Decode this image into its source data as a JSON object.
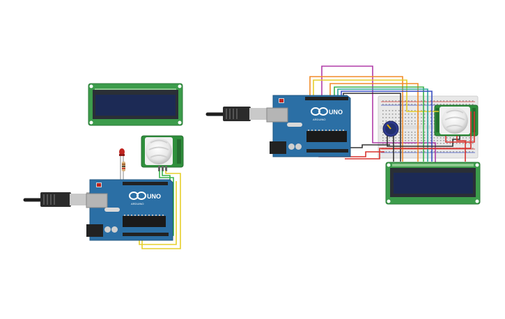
{
  "boards": {
    "left": {
      "logo": "UNO",
      "brand": "ARDUINO"
    },
    "right": {
      "logo": "UNO",
      "brand": "ARDUINO"
    }
  },
  "colors": {
    "board": "#2b6fa5",
    "board_dark": "#1f5580",
    "lcd_pcb": "#3c9c4b",
    "lcd_screen": "#1c2a55",
    "pir_pcb": "#2f8f3c",
    "breadboard": "#e8e8e8",
    "wire_green": "#38b24a",
    "wire_yellow": "#e6cf2a",
    "wire_red": "#d8322f",
    "wire_orange": "#f28c28",
    "wire_magenta": "#b03da8",
    "wire_blue": "#3a4fc2",
    "wire_black": "#333333",
    "wire_teal": "#2aa39a",
    "led": "#c0241f"
  },
  "icons": {
    "arduino_logo": "infinity-logo-icon",
    "usb": "usb-cable-icon",
    "pot": "potentiometer-icon",
    "pir": "pir-sensor-icon"
  }
}
